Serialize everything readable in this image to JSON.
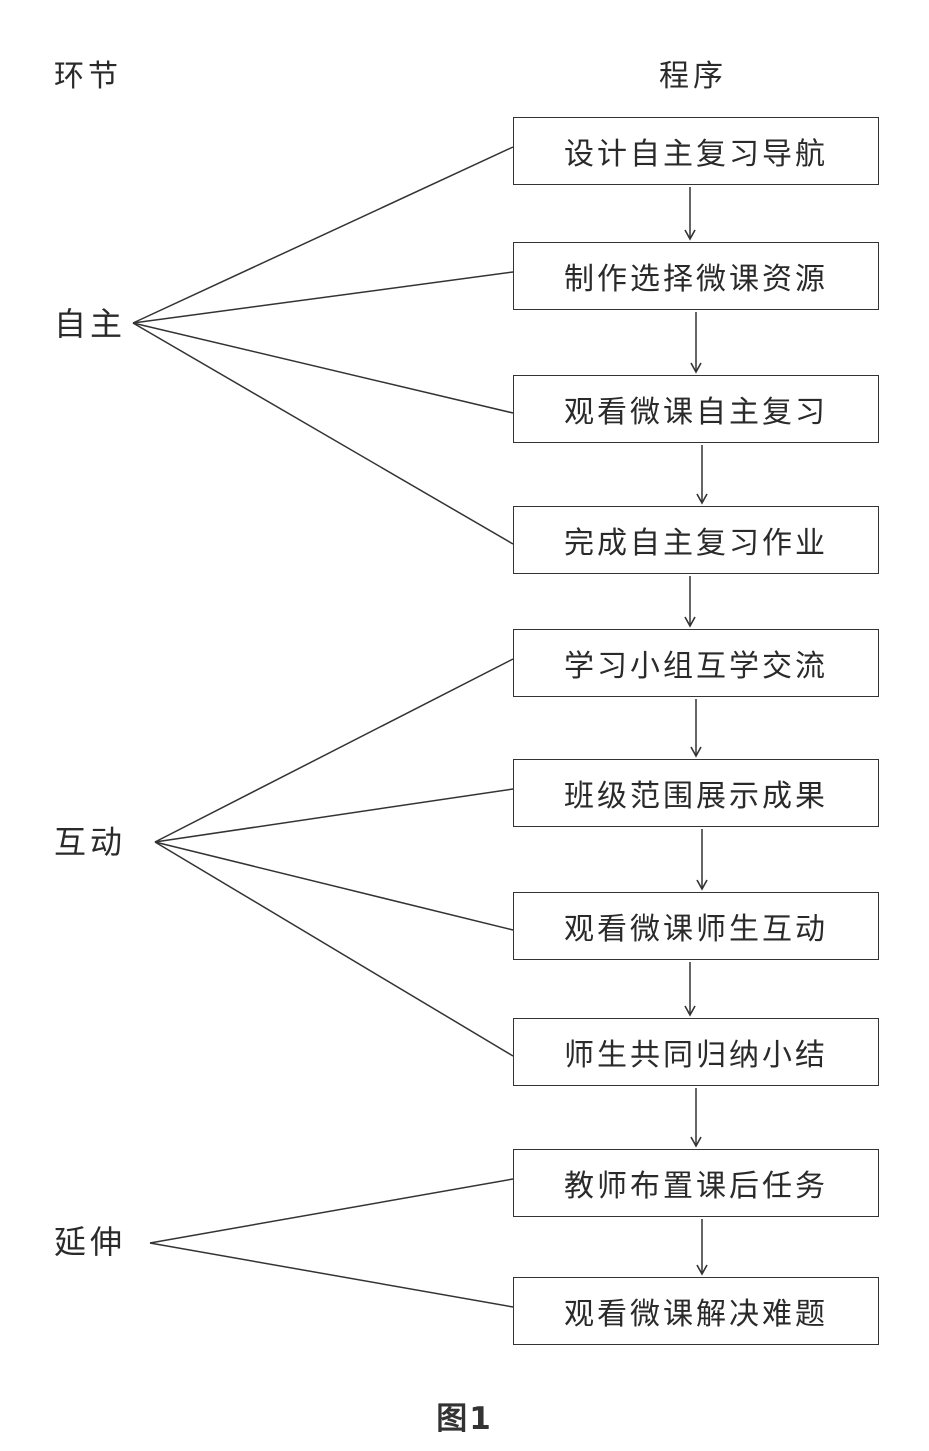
{
  "headers": {
    "stage": "环节",
    "procedure": "程序"
  },
  "stages": [
    {
      "id": "zizhu",
      "label": "自主"
    },
    {
      "id": "hudong",
      "label": "互动"
    },
    {
      "id": "yanshen",
      "label": "延伸"
    }
  ],
  "steps": [
    {
      "label": "设计自主复习导航",
      "stage": "自主"
    },
    {
      "label": "制作选择微课资源",
      "stage": "自主"
    },
    {
      "label": "观看微课自主复习",
      "stage": "自主"
    },
    {
      "label": "完成自主复习作业",
      "stage": "自主"
    },
    {
      "label": "学习小组互学交流",
      "stage": "互动"
    },
    {
      "label": "班级范围展示成果",
      "stage": "互动"
    },
    {
      "label": "观看微课师生互动",
      "stage": "互动"
    },
    {
      "label": "师生共同归纳小结",
      "stage": "互动"
    },
    {
      "label": "教师布置课后任务",
      "stage": "延伸"
    },
    {
      "label": "观看微课解决难题",
      "stage": "延伸"
    }
  ],
  "caption": "图1"
}
